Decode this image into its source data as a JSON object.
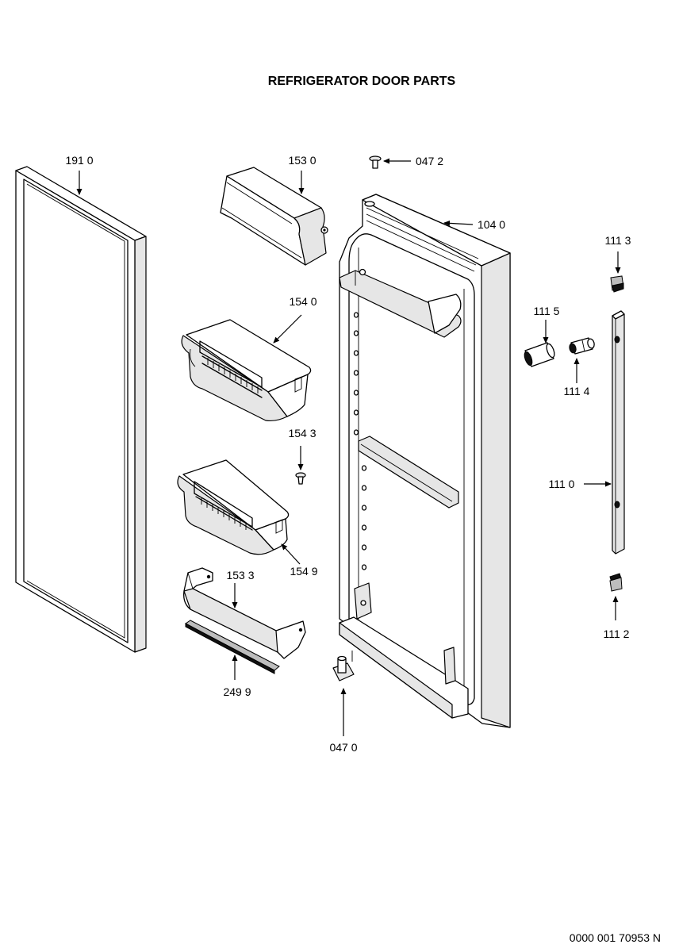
{
  "title": "REFRIGERATOR DOOR PARTS",
  "doc_number": "0000 001 70953 N",
  "parts": {
    "gasket": "191 0",
    "door_liner_cover": "153 0",
    "screw_top": "047 2",
    "door_assembly": "104 0",
    "handle_end_cap_top": "111 3",
    "handle_bushing": "111 5",
    "handle_spacer": "111 4",
    "door_bin_upper": "154 0",
    "bin_clip": "154 3",
    "door_bin_lower": "154 9",
    "dairy_shelf": "153 3",
    "shelf_trim": "249 9",
    "hinge_pin": "047 0",
    "handle": "111 0",
    "handle_end_cap_bottom": "111 2"
  }
}
